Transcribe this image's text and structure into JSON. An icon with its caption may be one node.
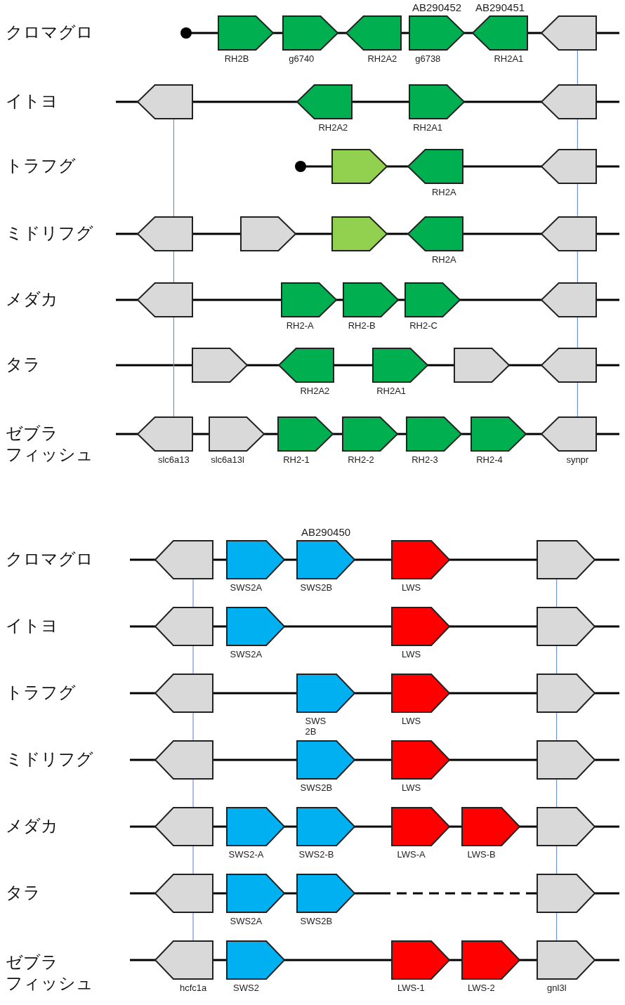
{
  "diagram": {
    "nodes": [
      {
        "text": [
          "RH2B"
        ]
      },
      {
        "text": [
          "g6740"
        ]
      },
      {
        "text": [
          "RH2A2"
        ]
      },
      {
        "text": [
          "g6738"
        ],
        "beside": [
          "AB290452"
        ]
      },
      {
        "text": [
          "RH2A1"
        ],
        "beside": [
          "AB290451"
        ]
      },
      {
        "text": [],
        "shape": "pentagon"
      },
      {
        "text": [],
        "shape": "pentagon"
      },
      {
        "text": [
          "RH2A2"
        ]
      },
      {
        "text": [
          "RH2A1"
        ]
      },
      {
        "text": [],
        "shape": "pentagon"
      },
      {
        "text": [],
        "shape": "pentagon"
      },
      {
        "text": [
          "RH2A"
        ]
      },
      {
        "text": [],
        "shape": "pentagon"
      },
      {
        "text": [],
        "shape": "pentagon"
      },
      {
        "text": [],
        "shape": "pentagon"
      },
      {
        "text": [],
        "shape": "pentagon"
      },
      {
        "text": [
          "RH2A"
        ]
      },
      {
        "text": [],
        "shape": "pentagon"
      },
      {
        "text": [],
        "shape": "pentagon"
      },
      {
        "text": [
          "RH2-A"
        ]
      },
      {
        "text": [
          "RH2-B"
        ]
      },
      {
        "text": [
          "RH2-C"
        ]
      },
      {
        "text": [],
        "shape": "pentagon"
      },
      {
        "text": [],
        "shape": "pentagon"
      },
      {
        "text": [
          "RH2A2"
        ]
      },
      {
        "text": [
          "RH2A1"
        ]
      },
      {
        "text": [],
        "shape": "pentagon"
      },
      {
        "text": [],
        "shape": "pentagon"
      },
      {
        "text": [
          "slc6a13"
        ]
      },
      {
        "text": [
          "slc6a13l"
        ]
      },
      {
        "text": [
          "RH2-1"
        ]
      },
      {
        "text": [
          "RH2-2"
        ]
      },
      {
        "text": [
          "RH2-3"
        ]
      },
      {
        "text": [
          "RH2-4"
        ]
      },
      {
        "text": [
          "synpr"
        ]
      },
      {
        "text": [],
        "shape": "pentagon"
      },
      {
        "text": [
          "SWS2A"
        ]
      },
      {
        "text": [
          "SWS2B"
        ],
        "beside": [
          "AB290450"
        ]
      },
      {
        "text": [
          "LWS"
        ]
      },
      {
        "text": [],
        "shape": "pentagon"
      },
      {
        "text": [],
        "shape": "pentagon"
      },
      {
        "text": [
          "SWS2A"
        ]
      },
      {
        "text": [
          "LWS"
        ]
      },
      {
        "text": [],
        "shape": "pentagon"
      },
      {
        "text": [],
        "shape": "pentagon"
      },
      {
        "text": [
          "SWS 2B"
        ]
      },
      {
        "text": [
          "LWS"
        ]
      },
      {
        "text": [],
        "shape": "pentagon"
      },
      {
        "text": [],
        "shape": "pentagon"
      },
      {
        "text": [
          "SWS2B"
        ]
      },
      {
        "text": [
          "LWS"
        ]
      },
      {
        "text": [],
        "shape": "pentagon"
      },
      {
        "text": [],
        "shape": "pentagon"
      },
      {
        "text": [
          "SWS2-A"
        ]
      },
      {
        "text": [
          "SWS2-B"
        ]
      },
      {
        "text": [
          "LWS-A"
        ]
      },
      {
        "text": [
          "LWS-B"
        ]
      },
      {
        "text": [],
        "shape": "pentagon"
      },
      {
        "text": [],
        "shape": "pentagon"
      },
      {
        "text": [
          "SWS2A"
        ]
      },
      {
        "text": [
          "SWS2B"
        ]
      },
      {
        "text": [],
        "shape": "pentagon"
      },
      {
        "text": [
          "hcfc1a"
        ]
      },
      {
        "text": [
          "SWS2"
        ]
      },
      {
        "text": [
          "LWS-1"
        ]
      },
      {
        "text": [
          "LWS-2"
        ]
      },
      {
        "text": [
          "gnl3l"
        ]
      }
    ],
    "edges": [
      {
        "from": 6,
        "to": 13,
        "arrow": "none"
      },
      {
        "from": 13,
        "to": 18,
        "arrow": "none"
      },
      {
        "from": 18,
        "to": 28,
        "arrow": "none"
      },
      {
        "from": 5,
        "to": 9,
        "arrow": "none"
      },
      {
        "from": 9,
        "to": 12,
        "arrow": "none"
      },
      {
        "from": 12,
        "to": 17,
        "arrow": "none"
      },
      {
        "from": 17,
        "to": 22,
        "arrow": "none"
      },
      {
        "from": 22,
        "to": 27,
        "arrow": "none"
      },
      {
        "from": 27,
        "to": 34,
        "arrow": "none"
      },
      {
        "from": 35,
        "to": 40,
        "arrow": "none"
      },
      {
        "from": 40,
        "to": 44,
        "arrow": "none"
      },
      {
        "from": 44,
        "to": 48,
        "arrow": "none"
      },
      {
        "from": 48,
        "to": 52,
        "arrow": "none"
      },
      {
        "from": 52,
        "to": 58,
        "arrow": "none"
      },
      {
        "from": 58,
        "to": 62,
        "arrow": "none"
      },
      {
        "from": 39,
        "to": 43,
        "arrow": "none"
      },
      {
        "from": 43,
        "to": 47,
        "arrow": "none"
      },
      {
        "from": 47,
        "to": 51,
        "arrow": "none"
      },
      {
        "from": 51,
        "to": 57,
        "arrow": "none"
      },
      {
        "from": 57,
        "to": 61,
        "arrow": "none"
      },
      {
        "from": 61,
        "to": 66,
        "arrow": "none"
      }
    ],
    "labels": [
      "クロマグロ",
      "イトヨ",
      "トラフグ",
      "ミドリフグ",
      "メダカ",
      "タラ",
      "ゼブラフィッシュ",
      "クロマグロ",
      "イトヨ",
      "トラフグ",
      "ミドリフグ",
      "メダカ",
      "タラ",
      "ゼブラフィッシュ"
    ]
  }
}
